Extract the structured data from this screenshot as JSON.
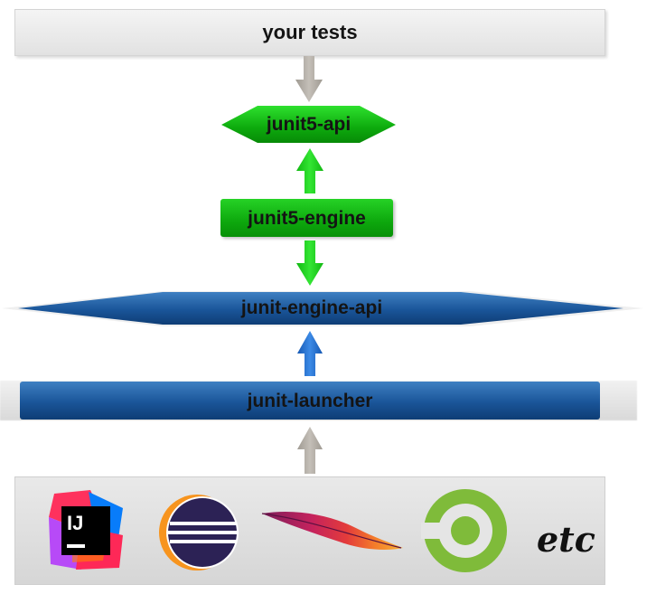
{
  "layers": {
    "tests": "your tests",
    "api": "junit5-api",
    "engine": "junit5-engine",
    "engine_api": "junit-engine-api",
    "launcher": "junit-launcher"
  },
  "tools": {
    "intellij_text": "IJ",
    "etc": "etc"
  },
  "colors": {
    "green": "#0dae0d",
    "blue": "#1a5599",
    "gray_arrow": "#b1aca5",
    "green_arrow": "#1fd21f",
    "blue_arrow": "#1f6fd1"
  }
}
